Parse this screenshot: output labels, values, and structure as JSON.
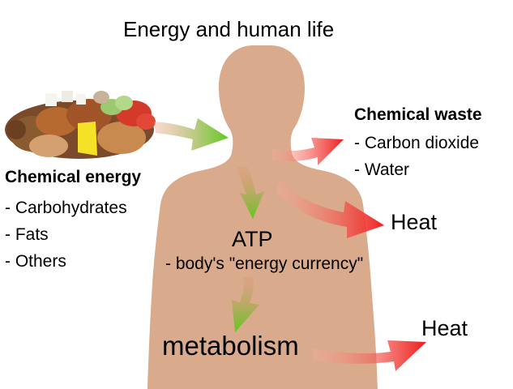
{
  "title": "Energy and human life",
  "food": {
    "heading": "Chemical energy",
    "items": [
      "- Carbohydrates",
      "- Fats",
      "- Others"
    ]
  },
  "waste": {
    "heading": "Chemical waste",
    "items": [
      "- Carbon dioxide",
      "- Water"
    ]
  },
  "atp": {
    "label": "ATP",
    "description": "- body's \"energy currency\""
  },
  "metabolism_label": "metabolism",
  "heat_labels": [
    "Heat",
    "Heat"
  ],
  "colors": {
    "body": "#d9ab8c",
    "arrow_green": "#5dcb1f",
    "arrow_red": "#ee1c1c"
  },
  "icons": [
    "human-silhouette",
    "food-plate",
    "energy-arrow"
  ]
}
